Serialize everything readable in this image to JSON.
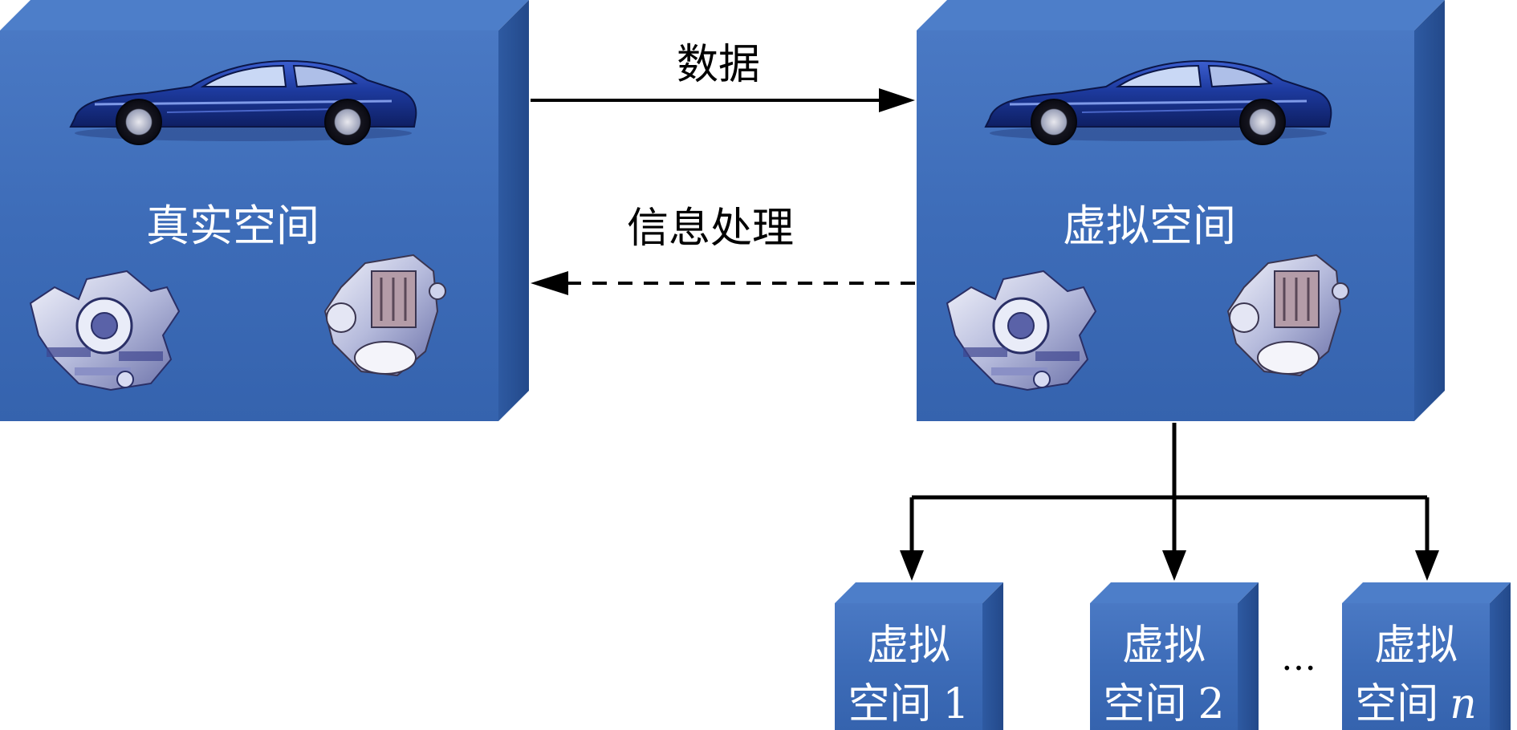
{
  "real_space": {
    "label": "真实空间"
  },
  "virtual_space": {
    "label": "虚拟空间"
  },
  "arrows": {
    "data_label": "数据",
    "info_label": "信息处理"
  },
  "sub_spaces": [
    {
      "line1": "虚拟",
      "line2": "空间",
      "index": "1"
    },
    {
      "line1": "虚拟",
      "line2": "空间",
      "index": "2"
    },
    {
      "line1": "虚拟",
      "line2": "空间",
      "index": "n"
    }
  ],
  "ellipsis": "…",
  "colors": {
    "cube_front": "#3d6cb8",
    "cube_top": "#4d7ec9",
    "cube_side": "#2b5396",
    "car_body": "#1b3a9a",
    "engine": "#cfd3ec"
  }
}
